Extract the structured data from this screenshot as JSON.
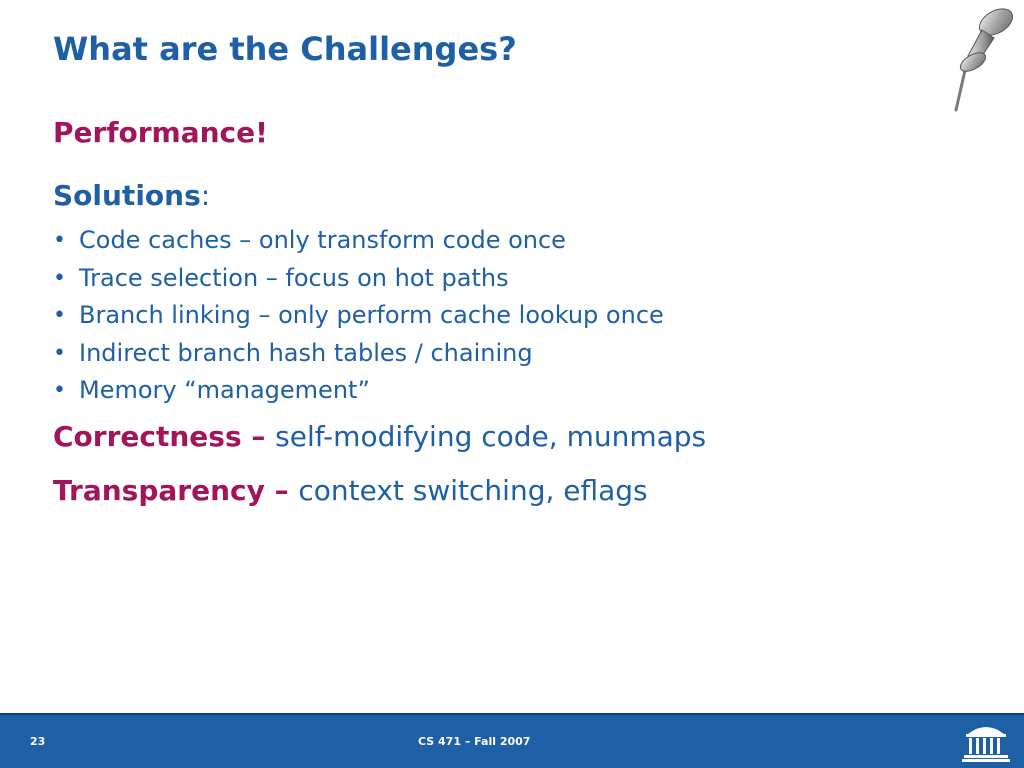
{
  "slide": {
    "title": "What are the Challenges?",
    "performance": "Performance!",
    "solutions_label": "Solutions",
    "solutions_colon": ":",
    "bullets": [
      "Code caches – only transform code once",
      "Trace selection – focus on hot paths",
      "Branch linking – only perform cache lookup once",
      "Indirect branch hash tables / chaining",
      "Memory “management”"
    ],
    "correctness": {
      "label": "Correctness – ",
      "value": "self-modifying code, munmaps"
    },
    "transparency": {
      "label": "Transparency – ",
      "value": "context switching, eflags"
    }
  },
  "footer": {
    "page_number": "23",
    "course": "CS 471 – Fall 2007"
  },
  "icons": {
    "pushpin": "pushpin-icon",
    "logo": "rotunda-logo-icon"
  },
  "colors": {
    "title_blue": "#1f5fa6",
    "accent_maroon": "#a3155a",
    "footer_blue": "#1f5fa6"
  }
}
